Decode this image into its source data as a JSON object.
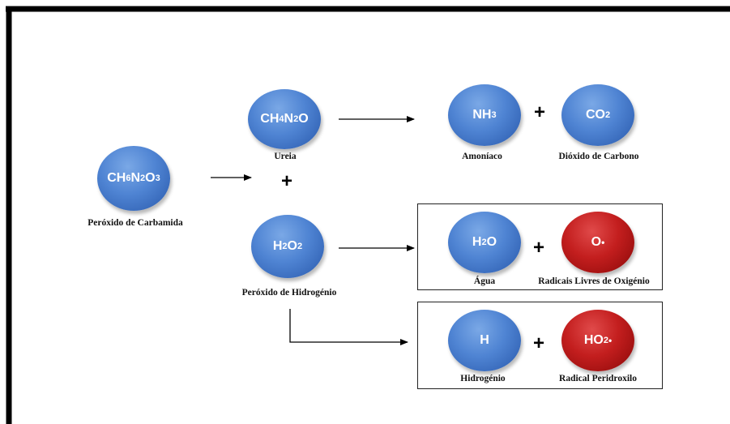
{
  "molecules": {
    "carbamide_peroxide": {
      "main": "CH",
      "s1": "6",
      "m2": "N",
      "s2": "2",
      "m3": "O",
      "s3": "3"
    },
    "urea": {
      "main": "CH",
      "s1": "4",
      "m2": "N",
      "s2": "2",
      "m3": "O"
    },
    "hydrogen_peroxide": {
      "main": "H",
      "s1": "2",
      "m2": "O",
      "s2": "2"
    },
    "ammonia": {
      "main": "NH",
      "s1": "3"
    },
    "carbon_dioxide": {
      "main": "CO",
      "s1": "2"
    },
    "water": {
      "main": "H",
      "s1": "2",
      "m2": "O"
    },
    "oxygen_radical": {
      "main": "O",
      "sup": "•"
    },
    "hydrogen": {
      "main": "H"
    },
    "perhydroxyl_radical": {
      "main": "HO",
      "s1": "2",
      "sup": "•"
    }
  },
  "labels": {
    "carbamide_peroxide": "Peróxido de Carbamida",
    "urea": "Ureia",
    "hydrogen_peroxide": "Peróxido de Hidrogénio",
    "ammonia": "Amoníaco",
    "carbon_dioxide": "Dióxido de Carbono",
    "water": "Água",
    "oxygen_radical": "Radicais Livres de Oxigénio",
    "hydrogen": "Hidrogénio",
    "perhydroxyl_radical": "Radical Peridroxilo"
  },
  "plus_sign": "+",
  "colors": {
    "molecule": "#4a7fd0",
    "radical": "#c01c1c",
    "frame": "#000000"
  }
}
